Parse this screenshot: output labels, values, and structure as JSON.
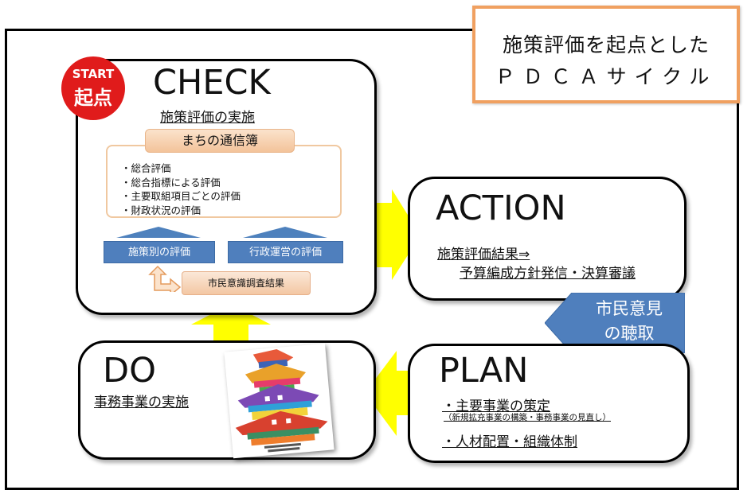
{
  "title": {
    "line1": "施策評価を起点とした",
    "line2": "ＰＤＣＡサイクル"
  },
  "start_badge": {
    "en": "START",
    "jp": "起点"
  },
  "check": {
    "title": "CHECK",
    "subtitle": "施策評価の実施",
    "tsushinbo_label": "まちの通信簿",
    "items": [
      "・総合評価",
      "・総合指標による評価",
      "・主要取組項目ごとの評価",
      "・財政状況の評価"
    ],
    "policy_eval": "施策別の評価",
    "admin_eval": "行政運営の評価",
    "survey": "市民意識調査結果"
  },
  "action": {
    "title": "ACTION",
    "line1": "施策評価結果⇒",
    "line2": "予算編成方針発信・決算審議"
  },
  "citizen_opinion": {
    "line1": "市民意見",
    "line2": "の聴取"
  },
  "do": {
    "title": "DO",
    "subtitle": "事務事業の実施"
  },
  "plan": {
    "title": "PLAN",
    "line1": "・主要事業の策定",
    "detail": "（新規拡充事業の構築・事務事業の見直し）",
    "line2": "・人材配置・組織体制"
  },
  "colors": {
    "arrow_yellow": "#ffff00",
    "blue": "#4f7fbd",
    "start_red": "#e01b1b",
    "title_border": "#f0a060"
  }
}
